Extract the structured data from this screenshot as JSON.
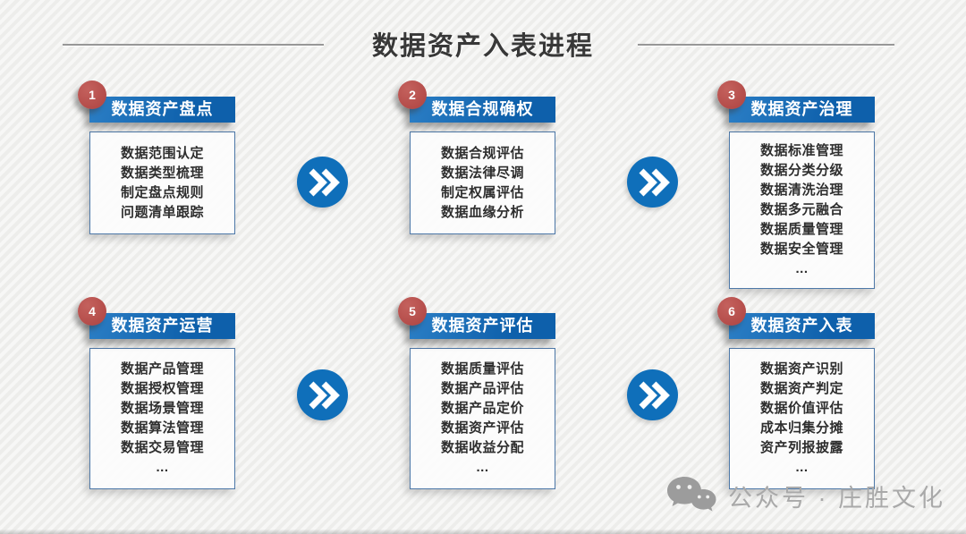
{
  "slide": {
    "title": "数据资产入表进程",
    "steps": [
      {
        "number": "1",
        "title": "数据资产盘点",
        "items": [
          "数据范围认定",
          "数据类型梳理",
          "制定盘点规则",
          "问题清单跟踪"
        ]
      },
      {
        "number": "2",
        "title": "数据合规确权",
        "items": [
          "数据合规评估",
          "数据法律尽调",
          "制定权属评估",
          "数据血缘分析"
        ]
      },
      {
        "number": "3",
        "title": "数据资产治理",
        "items": [
          "数据标准管理",
          "数据分类分级",
          "数据清洗治理",
          "数据多元融合",
          "数据质量管理",
          "数据安全管理",
          "..."
        ]
      },
      {
        "number": "4",
        "title": "数据资产运营",
        "items": [
          "数据产品管理",
          "数据授权管理",
          "数据场景管理",
          "数据算法管理",
          "数据交易管理",
          "..."
        ]
      },
      {
        "number": "5",
        "title": "数据资产评估",
        "items": [
          "数据质量评估",
          "数据产品评估",
          "数据产品定价",
          "数据资产评估",
          "数据收益分配",
          "..."
        ]
      },
      {
        "number": "6",
        "title": "数据资产入表",
        "items": [
          "数据资产识别",
          "数据资产判定",
          "数据价值评估",
          "成本归集分摊",
          "资产列报披露",
          "..."
        ]
      }
    ],
    "arrow_icon": "double-chevron-right",
    "watermark": {
      "icon": "wechat-icon",
      "text": "公众号 · 庄胜文化"
    },
    "colors": {
      "header_blue": "#0e60ab",
      "arrow_blue": "#0f6fba",
      "badge_red": "#b04543",
      "box_border": "#4d78a8",
      "title_text": "#383838",
      "watermark_gray": "#a9a9a9"
    }
  }
}
